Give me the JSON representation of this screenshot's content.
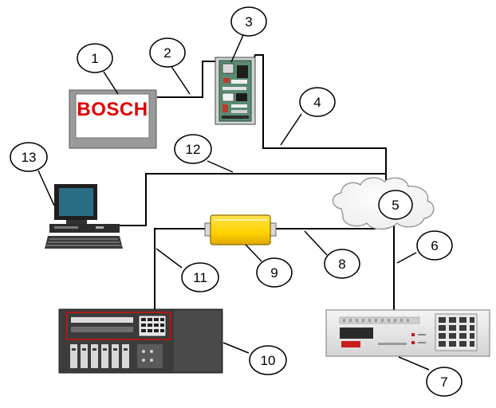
{
  "brand": {
    "logo_text": "BOSCH"
  },
  "callouts": [
    {
      "id": "1",
      "text": "1"
    },
    {
      "id": "2",
      "text": "2"
    },
    {
      "id": "3",
      "text": "3"
    },
    {
      "id": "4",
      "text": "4"
    },
    {
      "id": "5",
      "text": "5"
    },
    {
      "id": "6",
      "text": "6"
    },
    {
      "id": "7",
      "text": "7"
    },
    {
      "id": "8",
      "text": "8"
    },
    {
      "id": "9",
      "text": "9"
    },
    {
      "id": "10",
      "text": "10"
    },
    {
      "id": "11",
      "text": "11"
    },
    {
      "id": "12",
      "text": "12"
    },
    {
      "id": "13",
      "text": "13"
    }
  ],
  "colors": {
    "logo_red": "#e00000",
    "monitor_screen": "#2a6e85",
    "device_9_fill": "#ffd200",
    "panel_red_outline": "#d01010",
    "housing_dark": "#404040",
    "housing_light": "#e8e8e8"
  },
  "icons": [
    "bosch-display-panel",
    "control-circuit-board",
    "network-cloud",
    "desktop-computer",
    "yellow-interface-module",
    "rack-receiver-unit",
    "alarm-receiver-console"
  ]
}
